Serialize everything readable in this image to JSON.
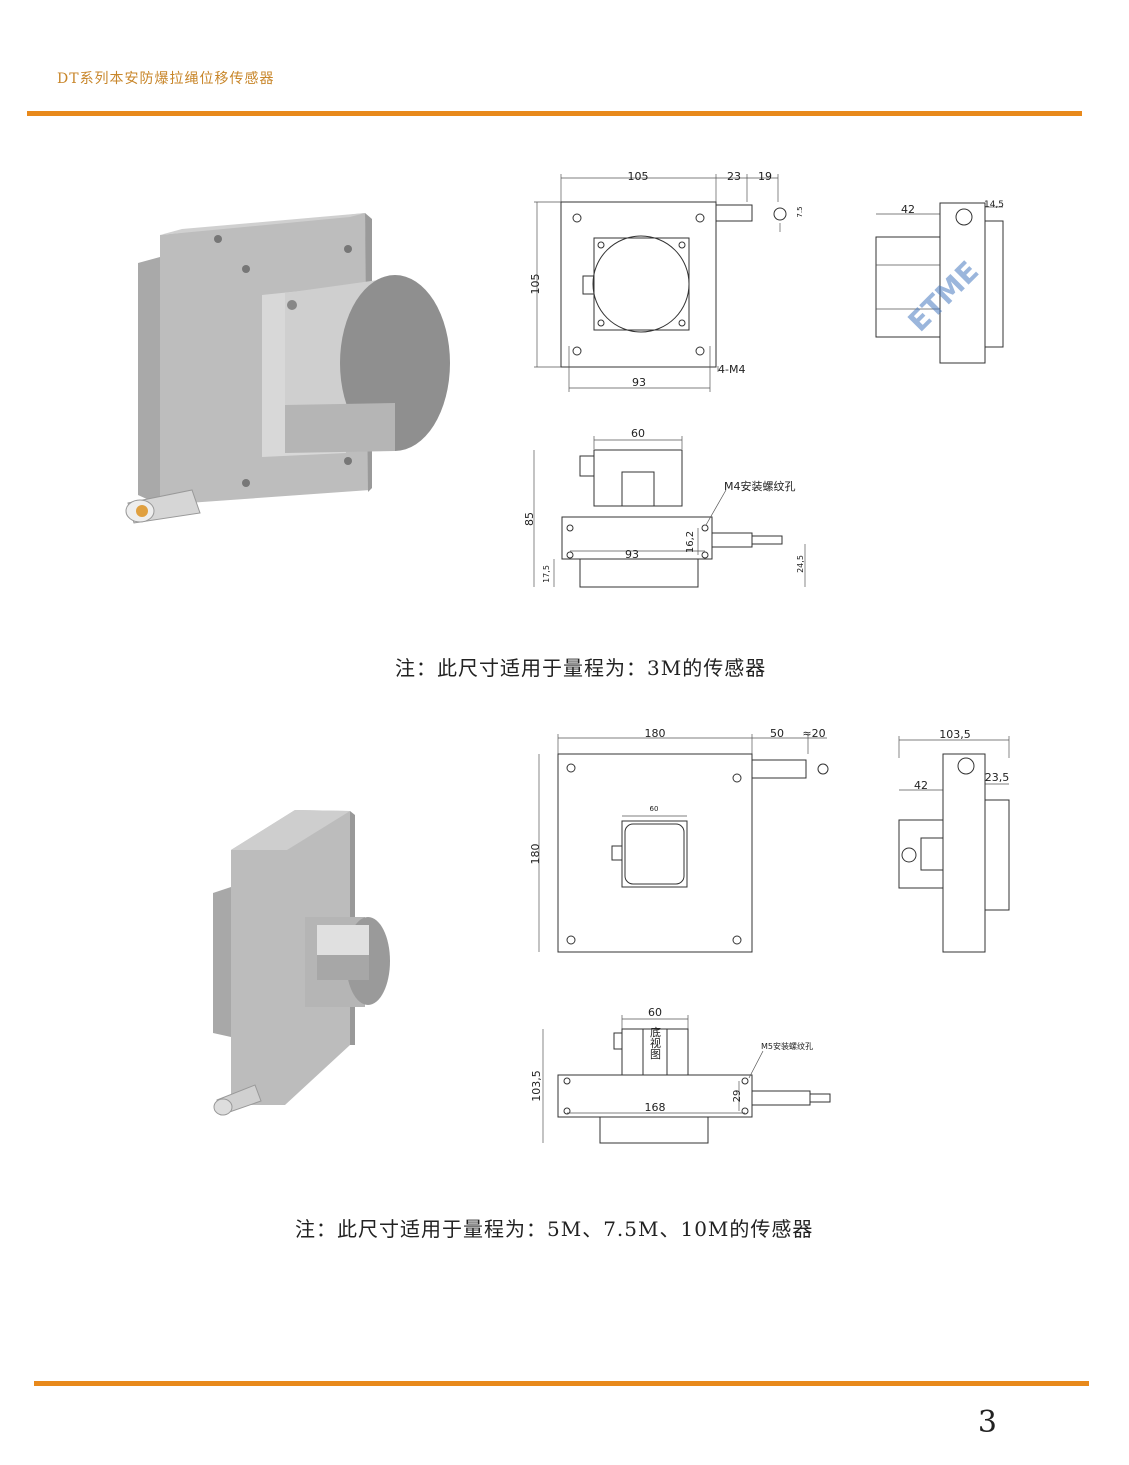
{
  "header": {
    "title": "DT系列本安防爆拉绳位移传感器"
  },
  "section1": {
    "caption": "注：此尺寸适用于量程为：3M的传感器",
    "front_view": {
      "d_width": "105",
      "d_cable": "23",
      "d_tip": "19",
      "d_height": "105",
      "d_hole_span": "93",
      "d_holes": "4-M4",
      "d_small": "7.5"
    },
    "side_view": {
      "d_depth": "42",
      "d_cap": "14,5",
      "watermark": "ETME"
    },
    "bottom_view": {
      "d_width": "60",
      "d_height": "85",
      "d_hole_span": "93",
      "d_hole_gap": "16,2",
      "d_base": "17,5",
      "d_cable_h": "24,5",
      "note": "M4安装螺纹孔"
    }
  },
  "section2": {
    "caption": "注：此尺寸适用于量程为：5M、7.5M、10M的传感器",
    "front_view": {
      "d_width": "180",
      "d_cable": "50",
      "d_tip": "≈20",
      "d_height": "180",
      "d_encoder": "60"
    },
    "side_view": {
      "d_depth": "103,5",
      "d_offset": "42",
      "d_cap": "23,5"
    },
    "bottom_view": {
      "d_width": "60",
      "d_height": "103,5",
      "d_hole_span": "168",
      "d_hole_gap": "29",
      "note": "M5安装螺纹孔",
      "label": "底视图"
    }
  },
  "footer": {
    "page_number": "3"
  }
}
